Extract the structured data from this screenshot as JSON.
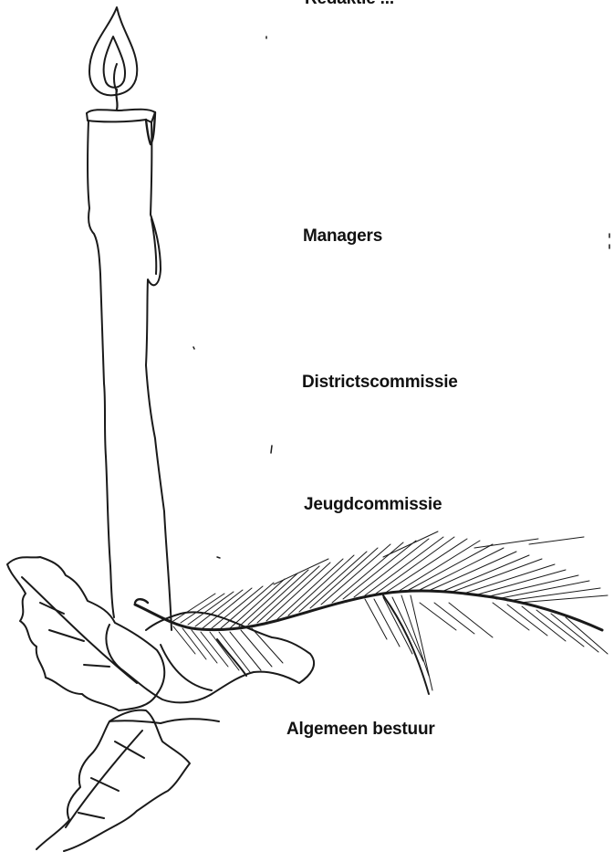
{
  "labels": {
    "top_cut": "Redaktie ...",
    "managers": "Managers",
    "districtscommissie": "Districtscommissie",
    "jeugdcommissie": "Jeugdcommissie",
    "algemeen_bestuur": "Algemeen bestuur"
  },
  "illustration": {
    "subject": "candle-with-holly-and-pine",
    "ink_color": "#1a1a1a",
    "paper_color": "#ffffff"
  }
}
